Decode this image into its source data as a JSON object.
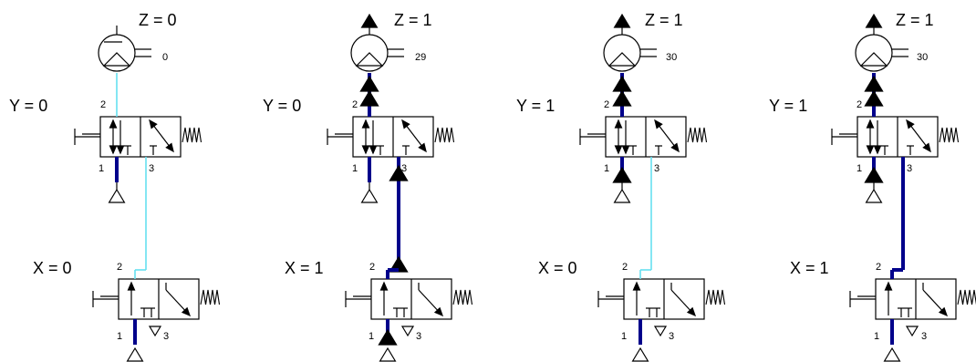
{
  "colors": {
    "active_line": "#00008b",
    "inactive_line": "#66e0f0",
    "symbol": "#000000"
  },
  "panels": [
    {
      "z_label": "Z = 0",
      "z_value": 0,
      "counter": "0",
      "y_label": "Y = 0",
      "x_label": "X = 0",
      "ports_y": [
        "2",
        "1",
        "3"
      ],
      "ports_x": [
        "2",
        "1",
        "3"
      ],
      "y_valve_switched": false,
      "x_valve_switched": false
    },
    {
      "z_label": "Z = 1",
      "z_value": 1,
      "counter": "29",
      "y_label": "Y = 0",
      "x_label": "X = 1",
      "ports_y": [
        "2",
        "1",
        "3"
      ],
      "ports_x": [
        "2",
        "1",
        "3"
      ],
      "y_valve_switched": false,
      "x_valve_switched": true
    },
    {
      "z_label": "Z = 1",
      "z_value": 1,
      "counter": "30",
      "y_label": "Y = 1",
      "x_label": "X = 0",
      "ports_y": [
        "2",
        "1",
        "3"
      ],
      "ports_x": [
        "2",
        "1",
        "3"
      ],
      "y_valve_switched": true,
      "x_valve_switched": false
    },
    {
      "z_label": "Z = 1",
      "z_value": 1,
      "counter": "30",
      "y_label": "Y = 1",
      "x_label": "X = 1",
      "ports_y": [
        "2",
        "1",
        "3"
      ],
      "ports_x": [
        "2",
        "1",
        "3"
      ],
      "y_valve_switched": true,
      "x_valve_switched": true
    }
  ]
}
